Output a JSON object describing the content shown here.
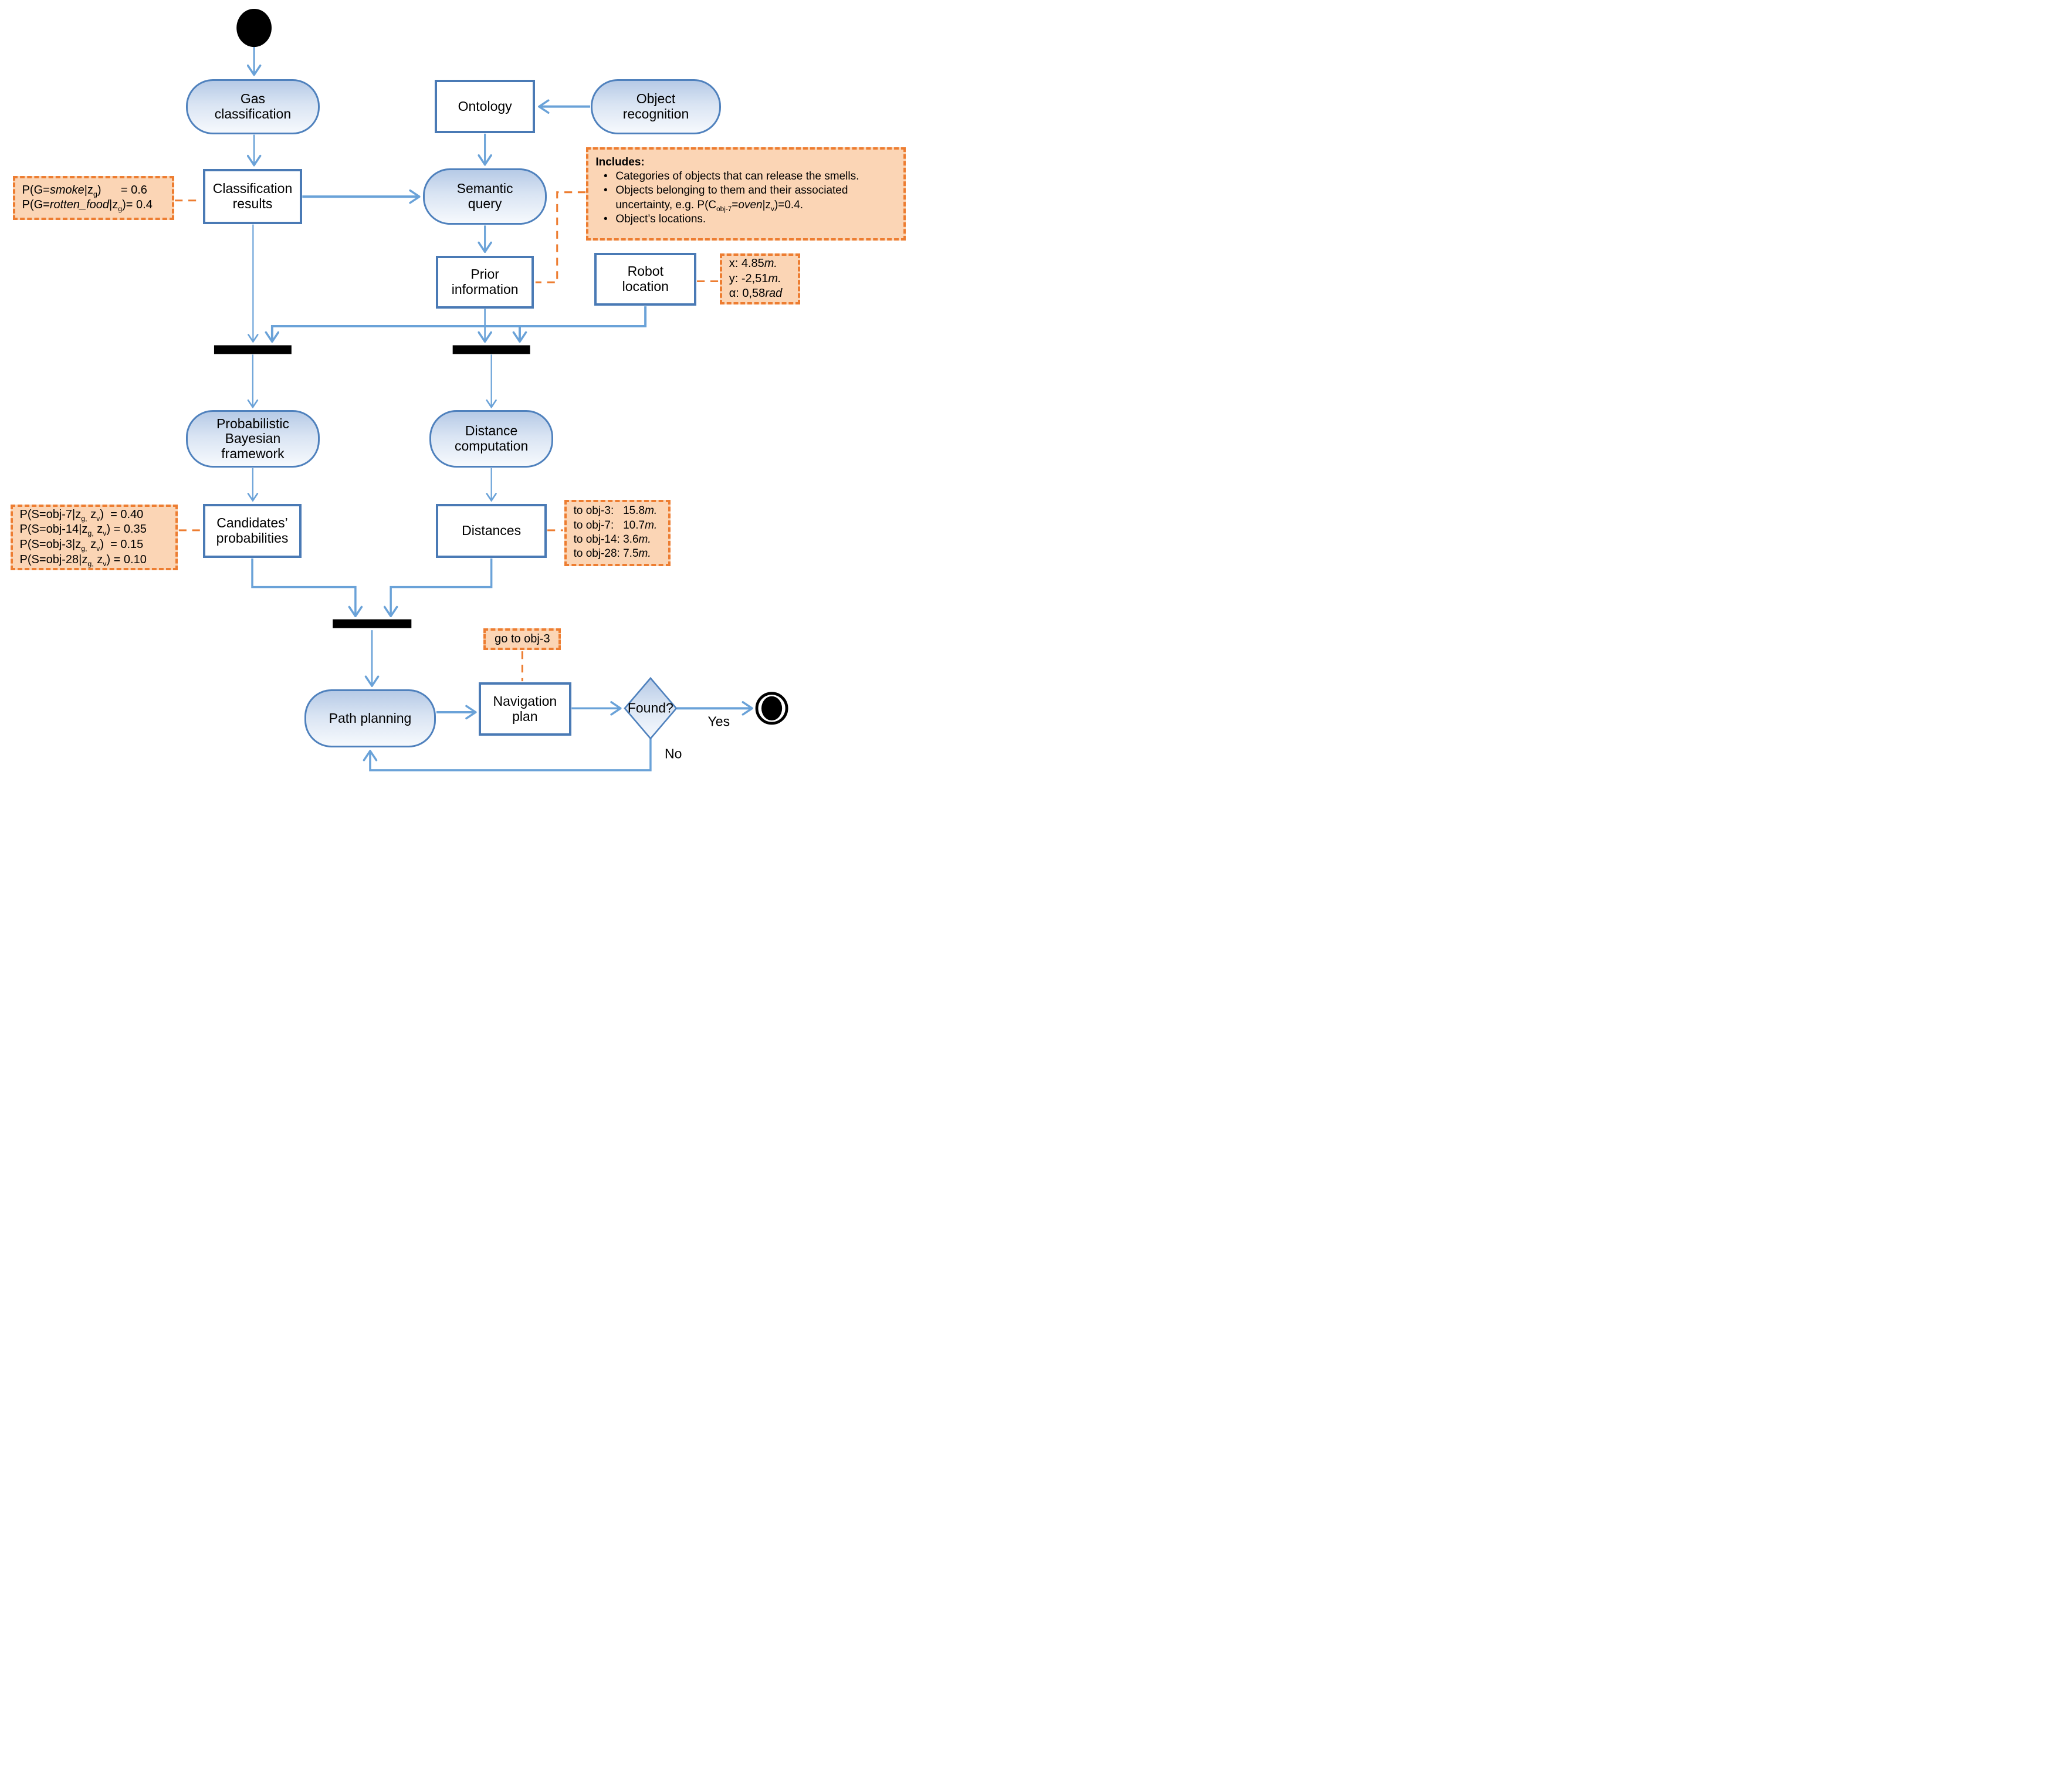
{
  "diagram": {
    "type": "uml-activity-diagram",
    "colors": {
      "node_border": "#4f81bd",
      "node_fill_top": "#b6cae6",
      "node_fill_bottom": "#f6f9fd",
      "arrow_blue": "#6aa2d8",
      "note_fill": "#fbd5b5",
      "note_border": "#ed7d31",
      "bar_black": "#000000"
    },
    "nodes": {
      "gas_classification": {
        "label": "Gas classification"
      },
      "ontology": {
        "label": "Ontology"
      },
      "object_recognition": {
        "label": "Object recognition"
      },
      "classification_results": {
        "label": "Classification results"
      },
      "semantic_query": {
        "label": "Semantic query"
      },
      "prior_information": {
        "label": "Prior information"
      },
      "robot_location": {
        "label": "Robot location"
      },
      "probabilistic_bayesian_framework": {
        "label": "Probabilistic Bayesian framework"
      },
      "distance_computation": {
        "label": "Distance computation"
      },
      "candidates_probabilities": {
        "label": "Candidates’ probabilities"
      },
      "distances": {
        "label": "Distances"
      },
      "path_planning": {
        "label": "Path planning"
      },
      "navigation_plan": {
        "label": "Navigation plan"
      },
      "found_decision": {
        "label": "Found?"
      }
    },
    "edge_labels": {
      "yes": "Yes",
      "no": "No"
    },
    "notes": {
      "gas_probabilities": {
        "lines": [
          [
            {
              "t": "P(G="
            },
            {
              "t": "smoke",
              "i": 1
            },
            {
              "t": "|z"
            },
            {
              "t": "g",
              "s": 1
            },
            {
              "t": ")"
            },
            {
              "t": "      = 0.6"
            }
          ],
          [
            {
              "t": "P(G="
            },
            {
              "t": "rotten_food",
              "i": 1
            },
            {
              "t": "|z"
            },
            {
              "t": "g",
              "s": 1
            },
            {
              "t": ")= 0.4"
            }
          ]
        ]
      },
      "includes": {
        "title": "Includes:",
        "bullets": [
          [
            {
              "t": "Categories of objects that can release the smells."
            }
          ],
          [
            {
              "t": "Objects belonging to them and their associated uncertainty, e.g. P(C"
            },
            {
              "t": "obj-7",
              "s": 1
            },
            {
              "t": "="
            },
            {
              "t": "oven",
              "i": 1
            },
            {
              "t": "|z"
            },
            {
              "t": "v",
              "s": 1
            },
            {
              "t": ")=0.4."
            }
          ],
          [
            {
              "t": "Object’s locations."
            }
          ]
        ]
      },
      "robot_pose": {
        "lines": [
          [
            {
              "t": "x: 4.85"
            },
            {
              "t": "m.",
              "i": 1
            }
          ],
          [
            {
              "t": "y: -2,51"
            },
            {
              "t": "m.",
              "i": 1
            }
          ],
          [
            {
              "t": "α: 0,58"
            },
            {
              "t": "rad",
              "i": 1
            }
          ]
        ]
      },
      "candidate_probabilities": {
        "lines": [
          [
            {
              "t": "P(S=obj-7|z"
            },
            {
              "t": "g,",
              "s": 1
            },
            {
              "t": " z"
            },
            {
              "t": "v",
              "s": 1
            },
            {
              "t": ")"
            },
            {
              "t": "  = 0.40"
            }
          ],
          [
            {
              "t": "P(S=obj-14|z"
            },
            {
              "t": "g,",
              "s": 1
            },
            {
              "t": " z"
            },
            {
              "t": "v",
              "s": 1
            },
            {
              "t": ") = 0.35"
            }
          ],
          [
            {
              "t": "P(S=obj-3|z"
            },
            {
              "t": "g,",
              "s": 1
            },
            {
              "t": " z"
            },
            {
              "t": "v",
              "s": 1
            },
            {
              "t": ")"
            },
            {
              "t": "  = 0.15"
            }
          ],
          [
            {
              "t": "P(S=obj-28|z"
            },
            {
              "t": "g,",
              "s": 1
            },
            {
              "t": " z"
            },
            {
              "t": "v",
              "s": 1
            },
            {
              "t": ") = 0.10"
            }
          ]
        ]
      },
      "distances_list": {
        "lines": [
          [
            {
              "t": "to obj-3:   15.8"
            },
            {
              "t": "m.",
              "i": 1
            }
          ],
          [
            {
              "t": "to obj-7:   10.7"
            },
            {
              "t": "m.",
              "i": 1
            }
          ],
          [
            {
              "t": "to obj-14: 3.6"
            },
            {
              "t": "m.",
              "i": 1
            }
          ],
          [
            {
              "t": "to obj-28: 7.5"
            },
            {
              "t": "m.",
              "i": 1
            }
          ]
        ]
      },
      "goto": {
        "text": "go to obj-3"
      }
    }
  }
}
